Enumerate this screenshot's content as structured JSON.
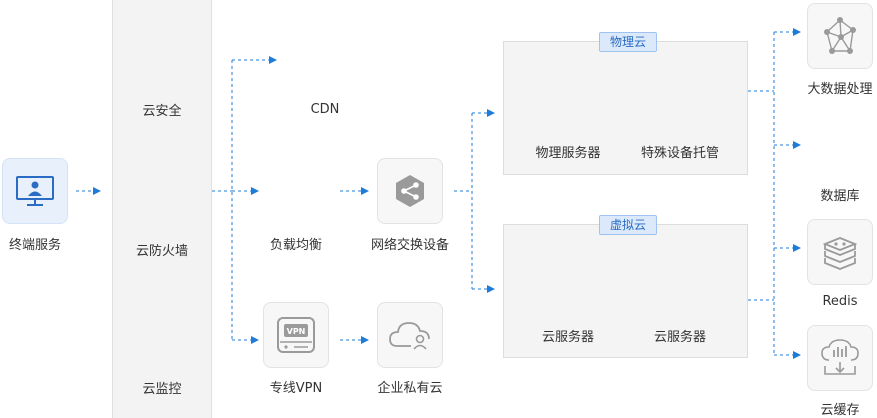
{
  "terminal": {
    "label": "终端服务",
    "icon": "monitor-user-icon"
  },
  "security": {
    "items": [
      "云安全",
      "云防火墙",
      "云监控"
    ]
  },
  "network": {
    "cdn": "CDN",
    "load_balancer": "负载均衡",
    "vpn": "专线VPN",
    "vpn_badge": "VPN",
    "switch": "网络交换设备",
    "private_cloud": "企业私有云"
  },
  "physical_cloud": {
    "tag": "物理云",
    "items": [
      "物理服务器",
      "特殊设备托管"
    ]
  },
  "virtual_cloud": {
    "tag": "虚拟云",
    "items": [
      "云服务器",
      "云服务器"
    ]
  },
  "services": {
    "bigdata": "大数据处理",
    "database": "数据库",
    "redis": "Redis",
    "cache": "云缓存"
  },
  "colors": {
    "accent": "#1f7bd8",
    "line": "#1f7bd8",
    "tag_bg": "#dbe9fb",
    "tag_text": "#2a6cc4",
    "panel_bg": "#f4f4f4",
    "icon_gray": "#9a9a9a"
  }
}
